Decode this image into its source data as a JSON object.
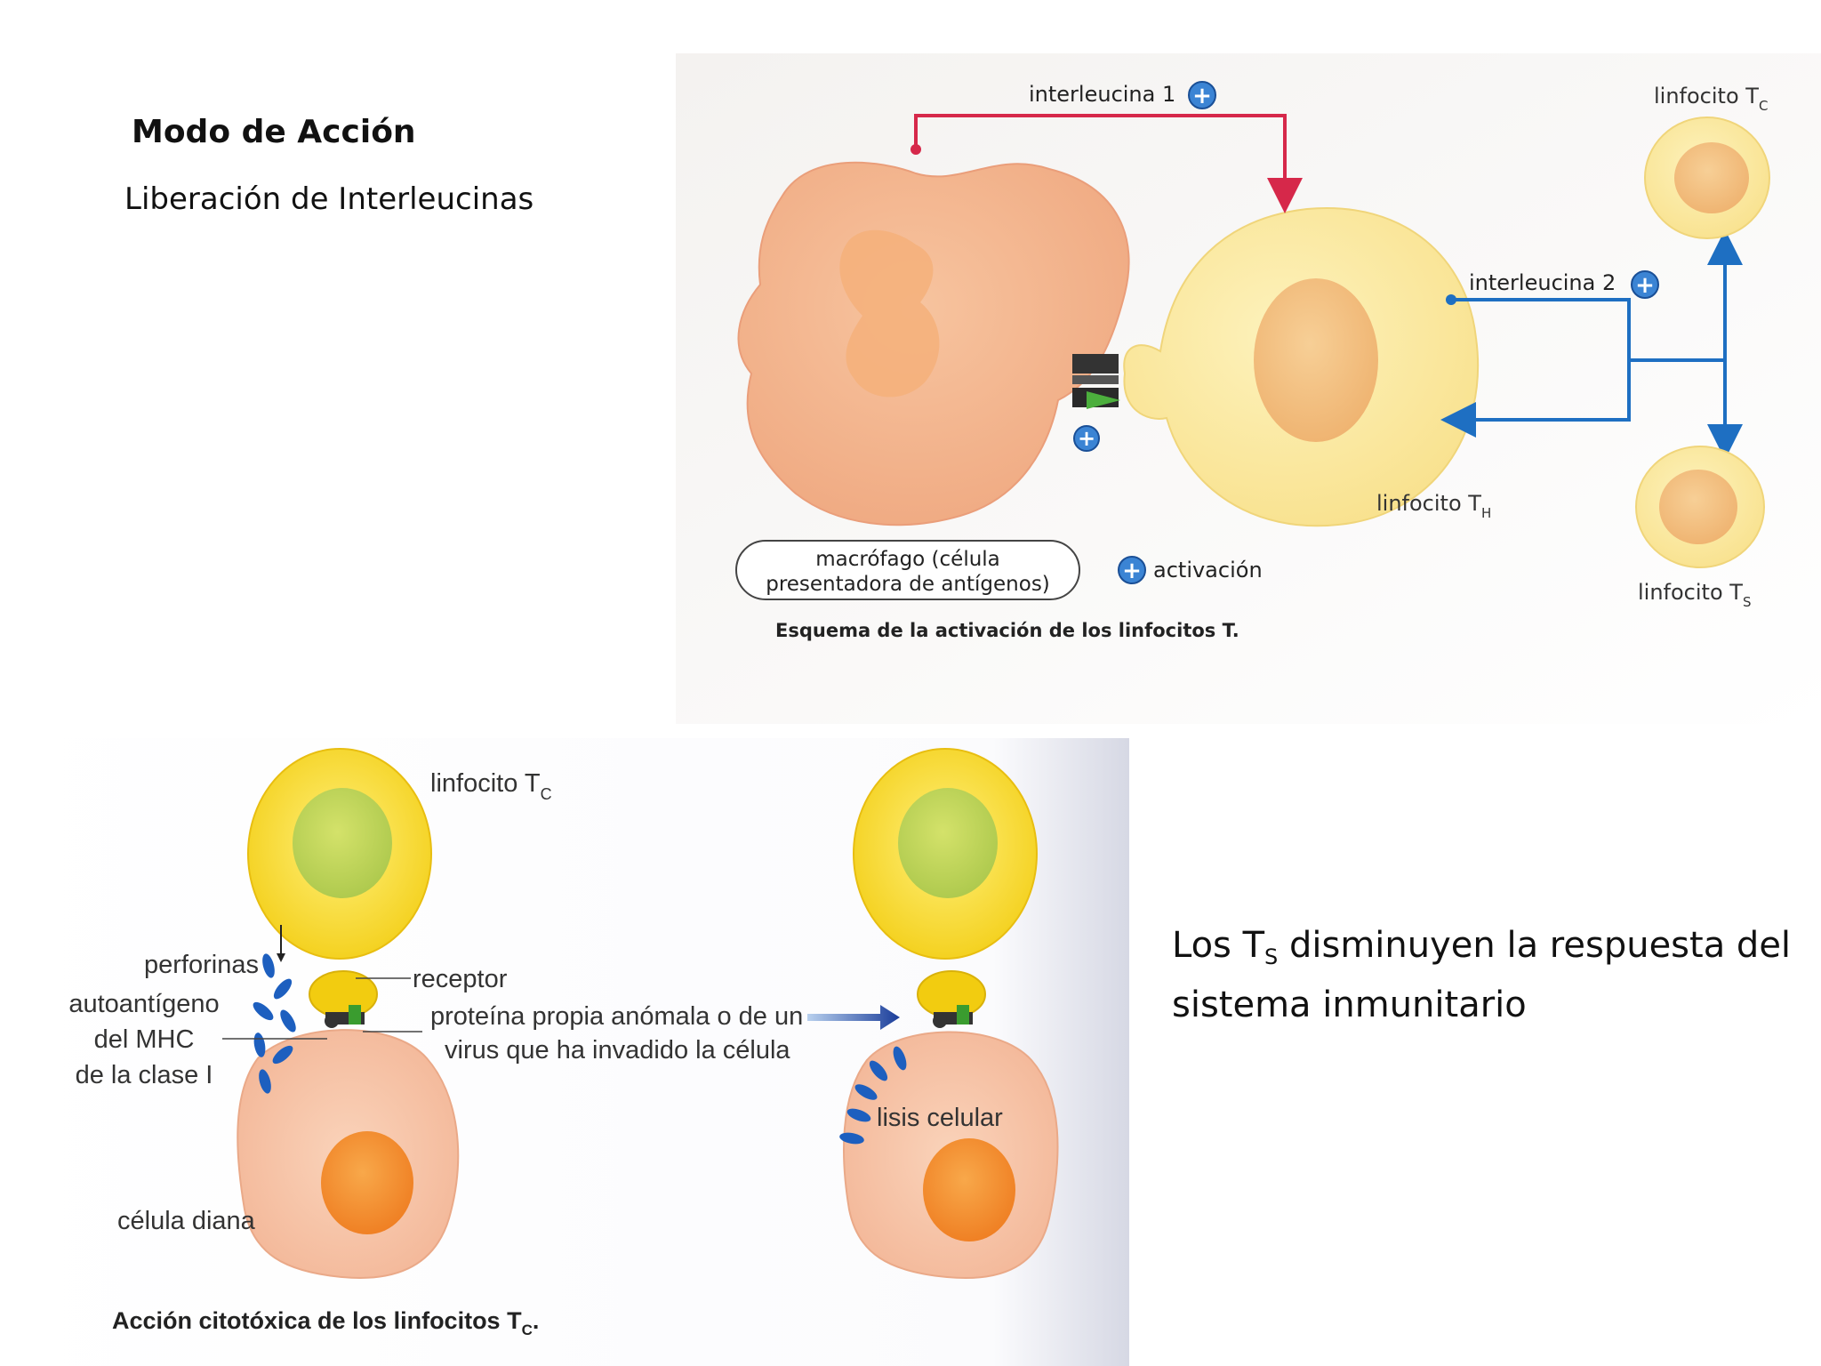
{
  "slide": {
    "title": "Modo de Acción",
    "subtitle": "Liberación de Interleucinas",
    "note_prefix": "Los T",
    "note_sub": "S",
    "note_line1_rest": " disminuyen la respuesta del",
    "note_line2": "sistema inmunitario"
  },
  "figure1": {
    "caption": "Esquema de la activación de los linfocitos T.",
    "interleucina1_label": "interleucina 1",
    "interleucina2_label": "interleucina 2",
    "macrophage_label_line1": "macrófago (célula",
    "macrophage_label_line2": "presentadora de antígenos)",
    "activation_label": "activación",
    "plus_symbol": "+",
    "tc_label": "linfocito T",
    "tc_sub": "C",
    "th_label": "linfocito T",
    "th_sub": "H",
    "ts_label": "linfocito T",
    "ts_sub": "S",
    "colors": {
      "interleucina1_arrow": "#d6284a",
      "interleucina2_arrow": "#1e6fc2",
      "macrophage": "#f4b48a",
      "lymphocyte": "#fbe9a0",
      "nucleus": "#f2c07a"
    }
  },
  "figure2": {
    "caption": "Acción citotóxica de los linfocitos T",
    "caption_sub": "C",
    "caption_end": ".",
    "tc_label": "linfocito T",
    "tc_sub": "C",
    "perforinas_label": "perforinas",
    "receptor_label": "receptor",
    "autoantigeno_line1": "autoantígeno",
    "autoantigeno_line2": "del MHC",
    "autoantigeno_line3": "de la clase I",
    "proteina_line1": "proteína propia anómala o de un",
    "proteina_line2": "virus que ha invadido la célula",
    "celula_diana_label": "célula diana",
    "lisis_label": "lisis celular",
    "colors": {
      "tc_cell": "#f5d615",
      "tc_nucleus": "#b8d24a",
      "target_cell": "#f6c0a0",
      "target_nucleus": "#f28c2a",
      "perforin": "#1d5fbf"
    }
  }
}
